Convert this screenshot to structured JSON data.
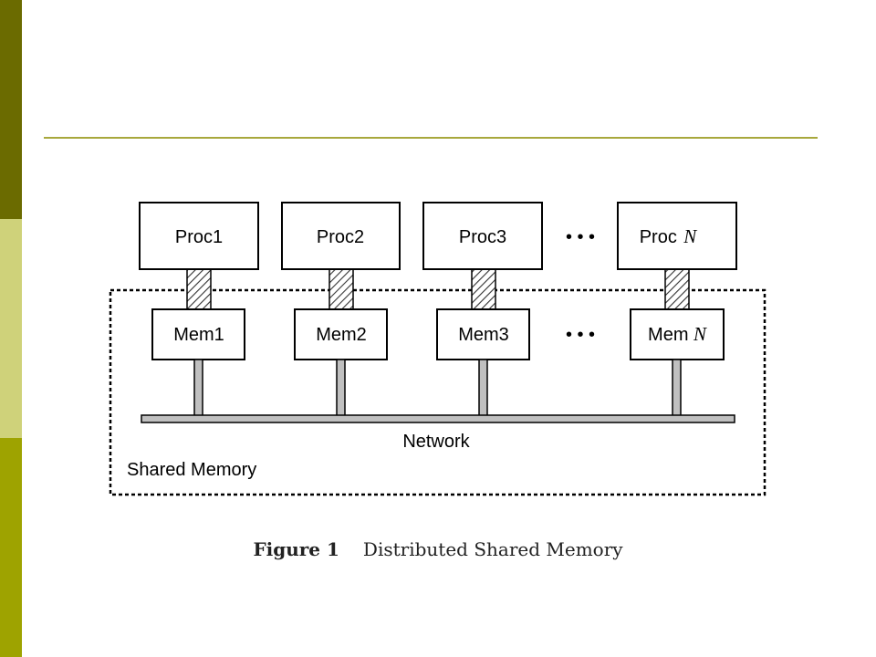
{
  "slide": {
    "accent_dark": "#6b6b00",
    "accent_light": "#cfd27a",
    "accent_mid": "#9ea300",
    "rule_color": "#a8a83c"
  },
  "diagram": {
    "processors": [
      {
        "label": "Proc1",
        "var": ""
      },
      {
        "label": "Proc2",
        "var": ""
      },
      {
        "label": "Proc3",
        "var": ""
      },
      {
        "label": "Proc",
        "var": "N"
      }
    ],
    "memories": [
      {
        "label": "Mem1",
        "var": ""
      },
      {
        "label": "Mem2",
        "var": ""
      },
      {
        "label": "Mem3",
        "var": ""
      },
      {
        "label": "Mem",
        "var": "N"
      }
    ],
    "ellipsis": "• • •",
    "network_label": "Network",
    "region_label": "Shared Memory"
  },
  "caption": {
    "number": "Figure 1",
    "text": "Distributed Shared Memory"
  }
}
